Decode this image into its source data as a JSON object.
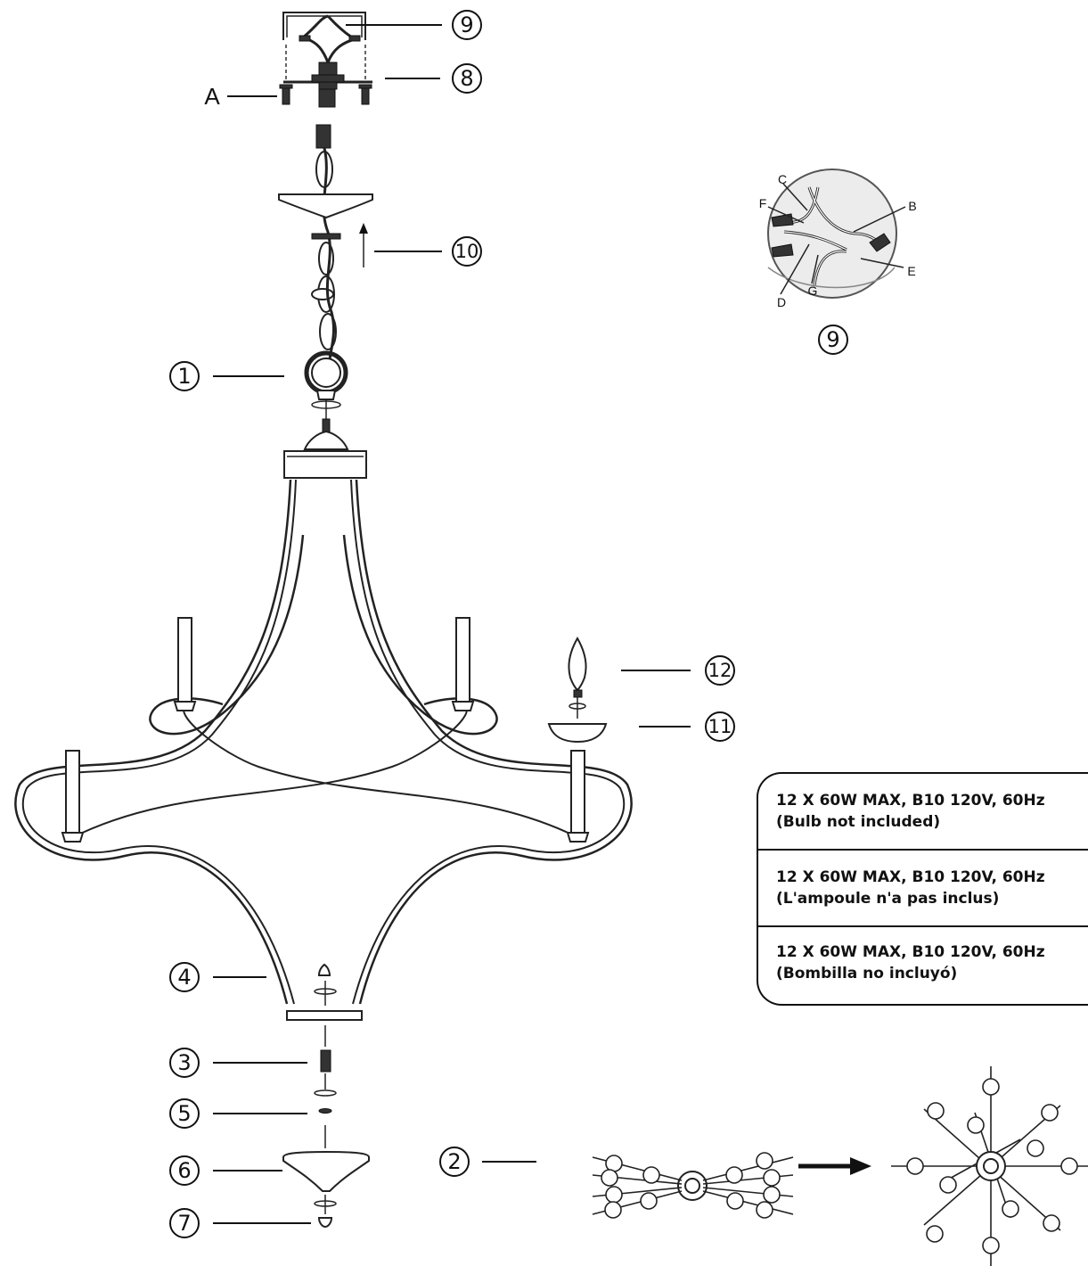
{
  "callouts": {
    "n1": "1",
    "n2": "2",
    "n3": "3",
    "n4": "4",
    "n5": "5",
    "n6": "6",
    "n7": "7",
    "n8": "8",
    "n9": "9",
    "n10": "10",
    "n11": "11",
    "n12": "12",
    "n9_detail": "9",
    "a": "A"
  },
  "wire_labels": {
    "b": "B",
    "c": "C",
    "d": "D",
    "e": "E",
    "f": "F",
    "g": "G"
  },
  "spec_box": {
    "rows": [
      {
        "line1": "12 X 60W MAX, B10 120V, 60Hz",
        "line2": "(Bulb not included)"
      },
      {
        "line1": "12 X 60W MAX, B10 120V, 60Hz",
        "line2": "(L'ampoule n'a pas inclus)"
      },
      {
        "line1": "12 X 60W MAX, B10 120V, 60Hz",
        "line2": "(Bombilla no incluyó)"
      }
    ]
  }
}
